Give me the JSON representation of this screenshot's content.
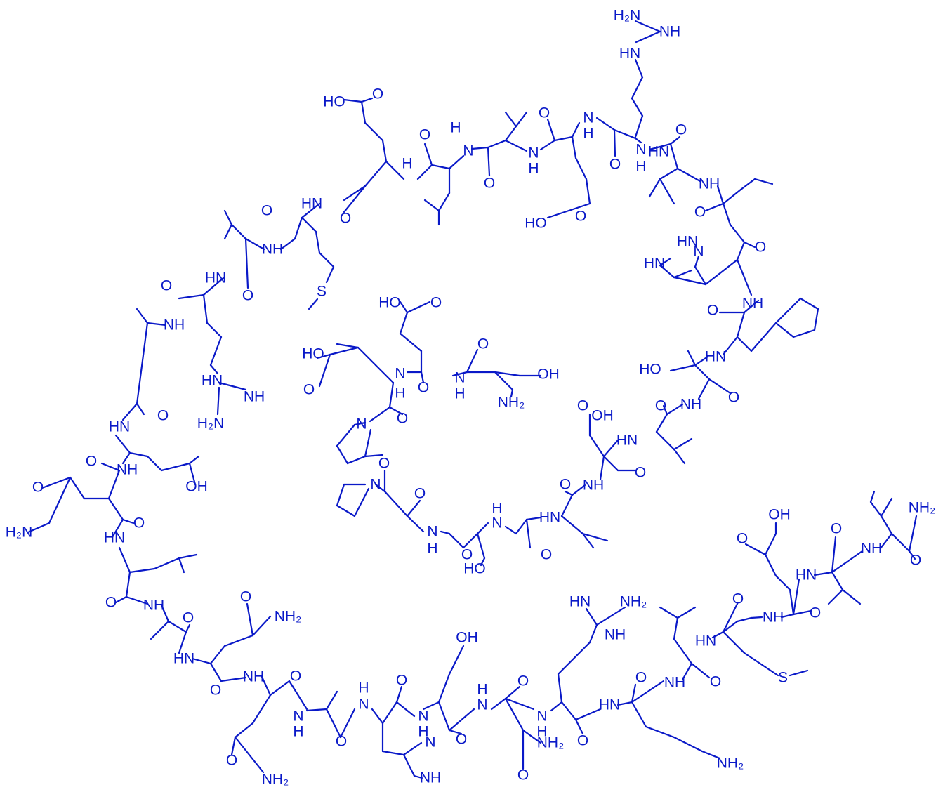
{
  "colors": {
    "structure": "#0a19c8",
    "background": "#ffffff"
  },
  "atoms": [
    {
      "id": "g1-h2n",
      "text": "H₂N"
    },
    {
      "id": "g1-nh",
      "text": "NH"
    },
    {
      "id": "g1-hn",
      "text": "HN"
    },
    {
      "id": "hoE1",
      "text": "HO"
    },
    {
      "id": "oE1",
      "text": "O"
    },
    {
      "id": "e2o",
      "text": "O"
    },
    {
      "id": "e2nh",
      "text": "H"
    },
    {
      "id": "e2n",
      "text": "N"
    },
    {
      "id": "e2h",
      "text": "H"
    },
    {
      "id": "v-nh",
      "text": "N"
    },
    {
      "id": "v-h",
      "text": "H"
    },
    {
      "id": "v-o",
      "text": "O"
    },
    {
      "id": "e3-nh",
      "text": "N"
    },
    {
      "id": "e3-h",
      "text": "H"
    },
    {
      "id": "e3-o",
      "text": "O"
    },
    {
      "id": "e3-ho",
      "text": "HO"
    },
    {
      "id": "e3-o2",
      "text": "O"
    },
    {
      "id": "e4-h",
      "text": "H"
    },
    {
      "id": "e4-n",
      "text": "N"
    },
    {
      "id": "e4-o",
      "text": "O"
    },
    {
      "id": "r1-hn",
      "text": "HN"
    },
    {
      "id": "r1-o",
      "text": "O"
    },
    {
      "id": "l1-nh",
      "text": "NH"
    },
    {
      "id": "l2-o",
      "text": "O"
    },
    {
      "id": "l2-hn",
      "text": "HN"
    },
    {
      "id": "l2-o2",
      "text": "O"
    },
    {
      "id": "his1-hn",
      "text": "HN"
    },
    {
      "id": "his1-n",
      "text": "N"
    },
    {
      "id": "his1-nh",
      "text": "NH"
    },
    {
      "id": "f-o",
      "text": "O"
    },
    {
      "id": "f-hn",
      "text": "HN"
    },
    {
      "id": "t-ho",
      "text": "HO"
    },
    {
      "id": "t-nh",
      "text": "NH"
    },
    {
      "id": "t-o",
      "text": "O"
    },
    {
      "id": "l3-o",
      "text": "O"
    },
    {
      "id": "d1-oh",
      "text": "OH"
    },
    {
      "id": "d1-o",
      "text": "O"
    },
    {
      "id": "l3-hn",
      "text": "HN"
    },
    {
      "id": "d1-nh",
      "text": "NH"
    },
    {
      "id": "d1-o2",
      "text": "O"
    },
    {
      "id": "l4-o",
      "text": "O"
    },
    {
      "id": "l4-hn",
      "text": "HN"
    },
    {
      "id": "s1-h",
      "text": "H"
    },
    {
      "id": "s1-n",
      "text": "N"
    },
    {
      "id": "s1-ho",
      "text": "HO"
    },
    {
      "id": "s1-o",
      "text": "O"
    },
    {
      "id": "i1-o",
      "text": "O"
    },
    {
      "id": "i1-hn",
      "text": "N"
    },
    {
      "id": "i1-h",
      "text": "H"
    },
    {
      "id": "i1-o2",
      "text": "O"
    },
    {
      "id": "p1-n",
      "text": "N"
    },
    {
      "id": "p2-n",
      "text": "N"
    },
    {
      "id": "p2-o",
      "text": "O"
    },
    {
      "id": "e5-o",
      "text": "O"
    },
    {
      "id": "e5-nh",
      "text": "N"
    },
    {
      "id": "e5-h",
      "text": "H"
    },
    {
      "id": "e5-ho",
      "text": "HO"
    },
    {
      "id": "e5-oo",
      "text": "O"
    },
    {
      "id": "e6-ho",
      "text": "HO"
    },
    {
      "id": "e6-o",
      "text": "O"
    },
    {
      "id": "e6-o2",
      "text": "O"
    },
    {
      "id": "e6-nh",
      "text": "N"
    },
    {
      "id": "e6-h",
      "text": "H"
    },
    {
      "id": "s2-o",
      "text": "O"
    },
    {
      "id": "s2-oh",
      "text": "OH"
    },
    {
      "id": "s2-nh2",
      "text": "NH₂"
    },
    {
      "id": "m1-hn",
      "text": "HN"
    },
    {
      "id": "m1-o",
      "text": "O"
    },
    {
      "id": "m1-s",
      "text": "S"
    },
    {
      "id": "a1-nh",
      "text": "NH"
    },
    {
      "id": "a1-o",
      "text": "O"
    },
    {
      "id": "r2-hn",
      "text": "HN"
    },
    {
      "id": "r2-o",
      "text": "O"
    },
    {
      "id": "a2-nh",
      "text": "NH"
    },
    {
      "id": "r2-hn2",
      "text": "HN"
    },
    {
      "id": "r2-nh",
      "text": "NH"
    },
    {
      "id": "r2-h2n",
      "text": "H₂N"
    },
    {
      "id": "e7-o",
      "text": "O"
    },
    {
      "id": "e7-hn",
      "text": "HN"
    },
    {
      "id": "e7-o2",
      "text": "O"
    },
    {
      "id": "e7-nh",
      "text": "NH"
    },
    {
      "id": "e7-o3",
      "text": "O"
    },
    {
      "id": "e7-oh",
      "text": "OH"
    },
    {
      "id": "q1-o",
      "text": "O"
    },
    {
      "id": "q1-h2n",
      "text": "H₂N"
    },
    {
      "id": "q1-o2",
      "text": "O"
    },
    {
      "id": "q1-hn",
      "text": "HN"
    },
    {
      "id": "l5-o",
      "text": "O"
    },
    {
      "id": "l5-nh",
      "text": "NH"
    },
    {
      "id": "q2-o",
      "text": "O"
    },
    {
      "id": "q2-nh2",
      "text": "NH₂"
    },
    {
      "id": "a3-o",
      "text": "O"
    },
    {
      "id": "a3-hn",
      "text": "HN"
    },
    {
      "id": "q2-o2",
      "text": "O"
    },
    {
      "id": "q3-nh",
      "text": "NH"
    },
    {
      "id": "q3-o",
      "text": "O"
    },
    {
      "id": "q3-o2",
      "text": "O"
    },
    {
      "id": "q3-nh2",
      "text": "NH₂"
    },
    {
      "id": "a4-n",
      "text": "N"
    },
    {
      "id": "a4-h",
      "text": "H"
    },
    {
      "id": "h2-n",
      "text": "N"
    },
    {
      "id": "h2-h",
      "text": "H"
    },
    {
      "id": "h2-o",
      "text": "O"
    },
    {
      "id": "a4-o",
      "text": "O"
    },
    {
      "id": "h2-ring-n",
      "text": "N"
    },
    {
      "id": "h2-ring-nh",
      "text": "NH"
    },
    {
      "id": "s3-oh",
      "text": "OH"
    },
    {
      "id": "s3-n",
      "text": "N"
    },
    {
      "id": "s3-h",
      "text": "H"
    },
    {
      "id": "s3-o",
      "text": "O"
    },
    {
      "id": "n1-nh",
      "text": "N"
    },
    {
      "id": "n1-h",
      "text": "H"
    },
    {
      "id": "n1-o",
      "text": "O"
    },
    {
      "id": "n1-nh2",
      "text": "NH₂"
    },
    {
      "id": "n1-o2",
      "text": "O"
    },
    {
      "id": "r3-hn",
      "text": "HN"
    },
    {
      "id": "r3-nh2",
      "text": "NH₂"
    },
    {
      "id": "r3-nh",
      "text": "NH"
    },
    {
      "id": "r3-n",
      "text": "N"
    },
    {
      "id": "r3-h",
      "text": "H"
    },
    {
      "id": "r3-o",
      "text": "O"
    },
    {
      "id": "k-o",
      "text": "O"
    },
    {
      "id": "k-hn",
      "text": "HN"
    },
    {
      "id": "k-nh2",
      "text": "NH₂"
    },
    {
      "id": "l6-nh",
      "text": "NH"
    },
    {
      "id": "l6-o",
      "text": "O"
    },
    {
      "id": "m2-hn",
      "text": "HN"
    },
    {
      "id": "m2-o",
      "text": "O"
    },
    {
      "id": "m2-s",
      "text": "S"
    },
    {
      "id": "e8-oh",
      "text": "OH"
    },
    {
      "id": "e8-o",
      "text": "O"
    },
    {
      "id": "e8-nh",
      "text": "NH"
    },
    {
      "id": "e8-o2",
      "text": "O"
    },
    {
      "id": "i2-hn",
      "text": "HN"
    },
    {
      "id": "i2-o",
      "text": "O"
    },
    {
      "id": "i3-nh",
      "text": "NH"
    },
    {
      "id": "i3-o",
      "text": "O"
    },
    {
      "id": "i3-nh2",
      "text": "NH₂"
    }
  ]
}
